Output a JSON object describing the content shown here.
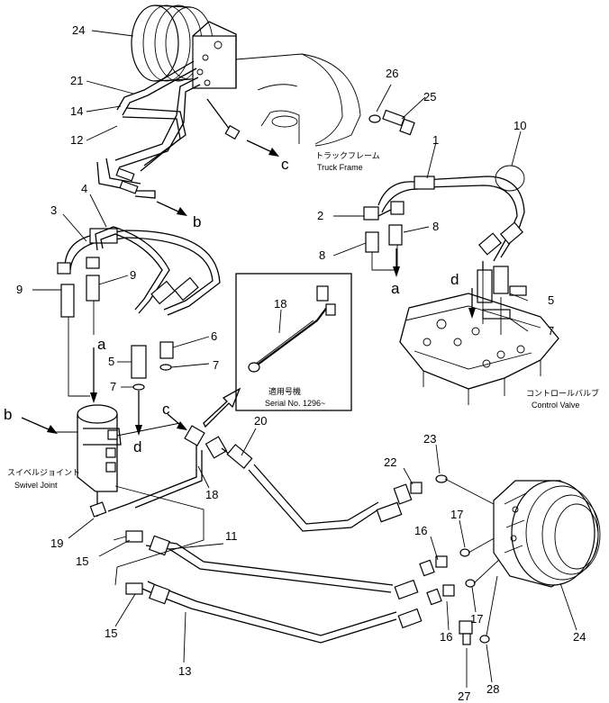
{
  "part_numbers": {
    "p24a": "24",
    "p21": "21",
    "p14": "14",
    "p12": "12",
    "p26": "26",
    "p25": "25",
    "p1": "1",
    "p10": "10",
    "p2": "2",
    "p8a": "8",
    "p8b": "8",
    "p4": "4",
    "p3": "3",
    "p9a": "9",
    "p9b": "9",
    "p18a": "18",
    "p5a": "5",
    "p7a": "7",
    "p6": "6",
    "p5b": "5",
    "p7b": "7",
    "p7c": "7",
    "p20": "20",
    "p23": "23",
    "p22": "22",
    "p18b": "18",
    "p19": "19",
    "p15a": "15",
    "p11": "11",
    "p16a": "16",
    "p17a": "17",
    "p15b": "15",
    "p16b": "16",
    "p17b": "17",
    "p13": "13",
    "p24b": "24",
    "p27": "27",
    "p28": "28"
  },
  "connection_markers": {
    "c_top": "c",
    "b_top": "b",
    "a_right": "a",
    "d_right": "d",
    "a_left": "a",
    "b_left": "b",
    "d_left": "d",
    "c_mid": "c"
  },
  "labels": {
    "truck_frame_jp": "トラックフレーム",
    "truck_frame_en": "Truck Frame",
    "control_valve_jp": "コントロールバルブ",
    "control_valve_en": "Control Valve",
    "swivel_joint_jp": "スイベルジョイント",
    "swivel_joint_en": "Swivel Joint",
    "serial_jp": "適用号機",
    "serial_en": "Serial No. 1296~"
  }
}
